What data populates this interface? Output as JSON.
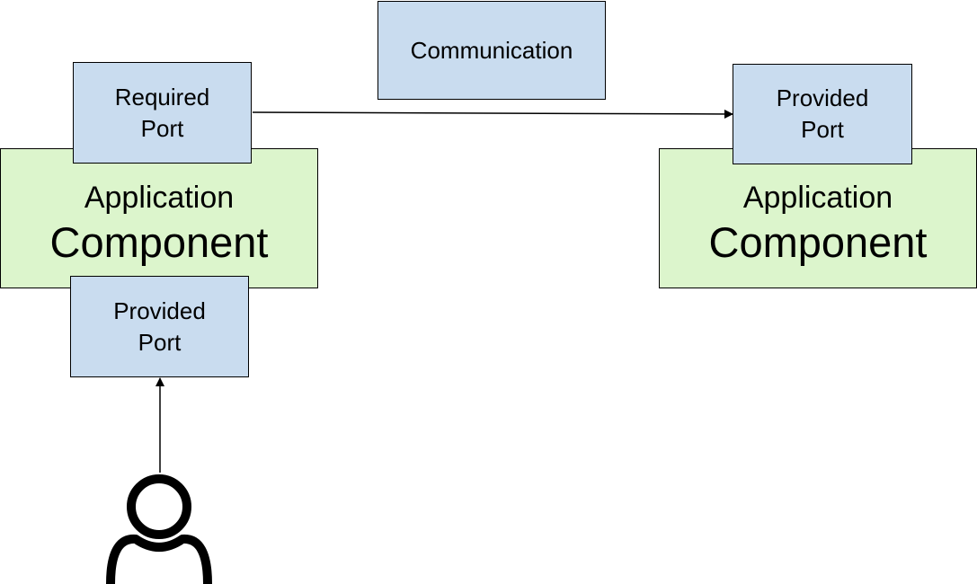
{
  "communication": {
    "label": "Communication"
  },
  "left_component": {
    "line1": "Application",
    "line2": "Component",
    "required_port": {
      "line1": "Required",
      "line2": "Port"
    },
    "provided_port": {
      "line1": "Provided",
      "line2": "Port"
    }
  },
  "right_component": {
    "line1": "Application",
    "line2": "Component",
    "provided_port": {
      "line1": "Provided",
      "line2": "Port"
    }
  },
  "colors": {
    "component_fill": "#dcf5cc",
    "port_fill": "#c9dcef",
    "stroke": "#000000"
  },
  "icons": {
    "user": "user-icon"
  }
}
